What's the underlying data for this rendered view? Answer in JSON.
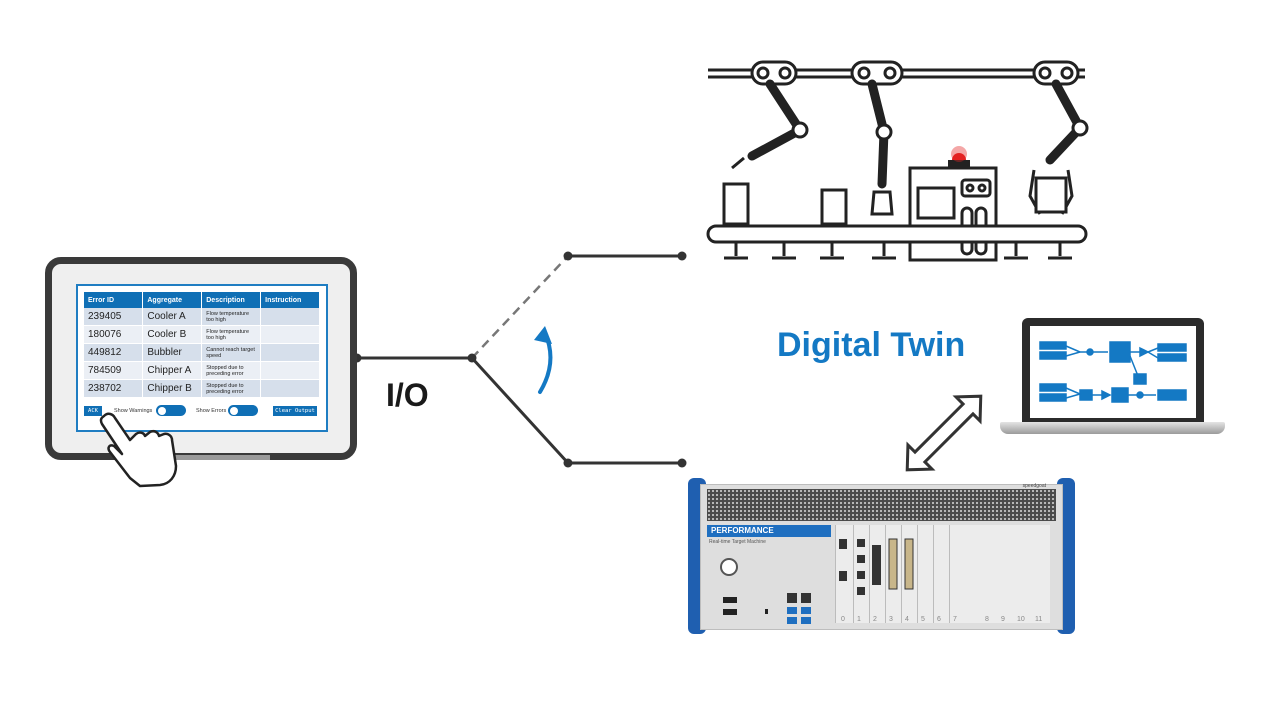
{
  "labels": {
    "io": "I/O",
    "digital_twin": "Digital Twin"
  },
  "hmi": {
    "columns": [
      "Error ID",
      "Aggregate",
      "Description",
      "Instruction"
    ],
    "rows": [
      {
        "id": "239405",
        "aggregate": "Cooler A",
        "description": "Flow temperature too high",
        "instruction": ""
      },
      {
        "id": "180076",
        "aggregate": "Cooler B",
        "description": "Flow temperature too high",
        "instruction": ""
      },
      {
        "id": "449812",
        "aggregate": "Bubbler",
        "description": "Cannot reach target speed",
        "instruction": ""
      },
      {
        "id": "784509",
        "aggregate": "Chipper A",
        "description": "Stopped due to preceding error",
        "instruction": ""
      },
      {
        "id": "238702",
        "aggregate": "Chipper B",
        "description": "Stopped due to preceding error",
        "instruction": ""
      }
    ],
    "ack_button": "ACK",
    "show_warnings_label": "Show Warnings",
    "show_errors_label": "Show Errors",
    "clear_output_button": "Clear Output",
    "show_warnings_on": true,
    "show_errors_on": true
  },
  "target_machine": {
    "brand": "speedgoat",
    "banner": "PERFORMANCE",
    "subtitle": "Real-time Target Machine",
    "slot_numbers": [
      "0",
      "1",
      "2",
      "3",
      "4",
      "5",
      "6",
      "7",
      "8",
      "9",
      "10",
      "11"
    ]
  },
  "colors": {
    "accent_blue": "#1479c4",
    "line_dark": "#333333",
    "line_dashed": "#777777",
    "alarm_red": "#e32222",
    "hmi_header": "#0f6fb5"
  },
  "icons": [
    "hand-pointer-icon",
    "curved-arrow-icon",
    "double-arrow-icon",
    "robot-arm-icon",
    "alarm-light-icon"
  ]
}
